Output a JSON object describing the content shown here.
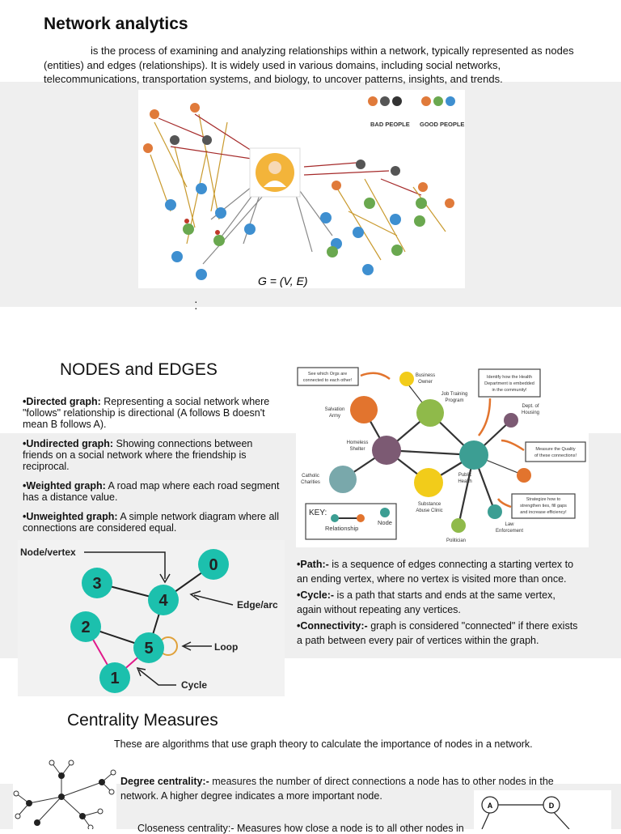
{
  "title": "Network analytics",
  "intro": "is the process of examining and analyzing relationships within a network, typically represented as nodes (entities) and edges (relationships). It is widely used in various domains, including social networks, telecommunications, transportation systems, and biology, to uncover patterns, insights, and trends.",
  "social_graph": {
    "bad_label": "BAD PEOPLE",
    "good_label": "GOOD PEOPLE",
    "formula": "G = (V, E)"
  },
  "nodes_edges": {
    "heading": "NODES and EDGES",
    "items": [
      {
        "term": "•Directed graph:",
        "text": " Representing a social network where \"follows\" relationship is directional (A follows B doesn't mean B follows A)."
      },
      {
        "term": "•Undirected graph:",
        "text": " Showing connections between friends on a social network where the friendship is reciprocal."
      },
      {
        "term": "•Weighted graph:",
        "text": " A road map where each road segment has a distance value."
      },
      {
        "term": "•Unweighted graph:",
        "text": " A simple network diagram where all connections are considered equal."
      }
    ]
  },
  "org_network": {
    "note1": [
      "See which Orgs are",
      "connected to each other!"
    ],
    "note2": [
      "Identify how the Health",
      "Department is embedded",
      "in the community!"
    ],
    "note3": [
      "Measure the Quality",
      "of these connections!"
    ],
    "note4": [
      "Strategize how to",
      "strengthen ties, fill gaps",
      "and increase efficiency!"
    ],
    "labels": {
      "business_owner": [
        "Business",
        "Owner"
      ],
      "job_training": [
        "Job Training",
        "Program"
      ],
      "salvation_army": [
        "Salvation",
        "Army"
      ],
      "dept_housing": [
        "Dept. of",
        "Housing"
      ],
      "homeless_shelter": [
        "Homeless",
        "Shelter"
      ],
      "catholic_charities": [
        "Catholic",
        "Charities"
      ],
      "public_health": [
        "Public",
        "Health"
      ],
      "substance_abuse": [
        "Substance",
        "Abuse Clinic"
      ],
      "law_enforcement": [
        "Law",
        "Enforcement"
      ],
      "politician": [
        "Politician"
      ]
    },
    "key_title": "KEY:",
    "key_relationship": "Relationship",
    "key_node": "Node"
  },
  "graph_diagram": {
    "node_vertex": "Node/vertex",
    "edge_arc": "Edge/arc",
    "loop": "Loop",
    "cycle": "Cycle",
    "nodes": [
      "0",
      "1",
      "2",
      "3",
      "4",
      "5"
    ]
  },
  "definitions": [
    {
      "term": "•Path:-",
      "text": " is a sequence of edges connecting a starting vertex to an ending vertex, where no vertex is visited more than once."
    },
    {
      "term": "•Cycle:-",
      "text": " is a path that starts and ends at the same vertex, again without repeating any vertices."
    },
    {
      "term": "•Connectivity:-",
      "text": " graph is considered \"connected\" if there exists a path between every pair of vertices within the graph."
    }
  ],
  "centrality": {
    "heading": "Centrality Measures",
    "intro": "These are algorithms that use graph theory to calculate the importance of nodes in a network.",
    "degree_term": "Degree centrality:-",
    "degree_text": " measures the number of direct connections a node has to other nodes in the network. A higher degree indicates a more important node.",
    "closeness_partial": "Closeness centrality:- Measures how close a node is to all other nodes in",
    "node_a": "A",
    "node_d": "D"
  }
}
